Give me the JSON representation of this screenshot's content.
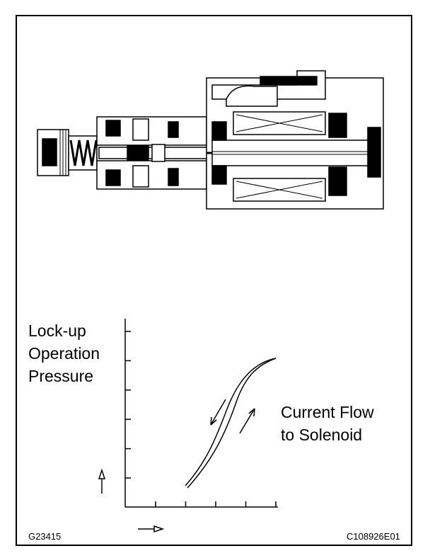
{
  "diagram": {
    "subject": "solenoid-valve-cross-section",
    "y_label_lines": [
      "Lock-up",
      "Operation",
      "Pressure"
    ],
    "legend_lines": [
      "Current Flow",
      "to Solenoid"
    ],
    "figure_code_left": "G23415",
    "figure_code_right": "C108926E01"
  },
  "chart_data": {
    "type": "line",
    "title": "",
    "xlabel": "",
    "ylabel": "Lock-up Operation Pressure",
    "x_ticks": 5,
    "y_ticks": 6,
    "grid": false,
    "series": [
      {
        "direction": "increasing"
      },
      {
        "direction": "decreasing"
      }
    ]
  }
}
